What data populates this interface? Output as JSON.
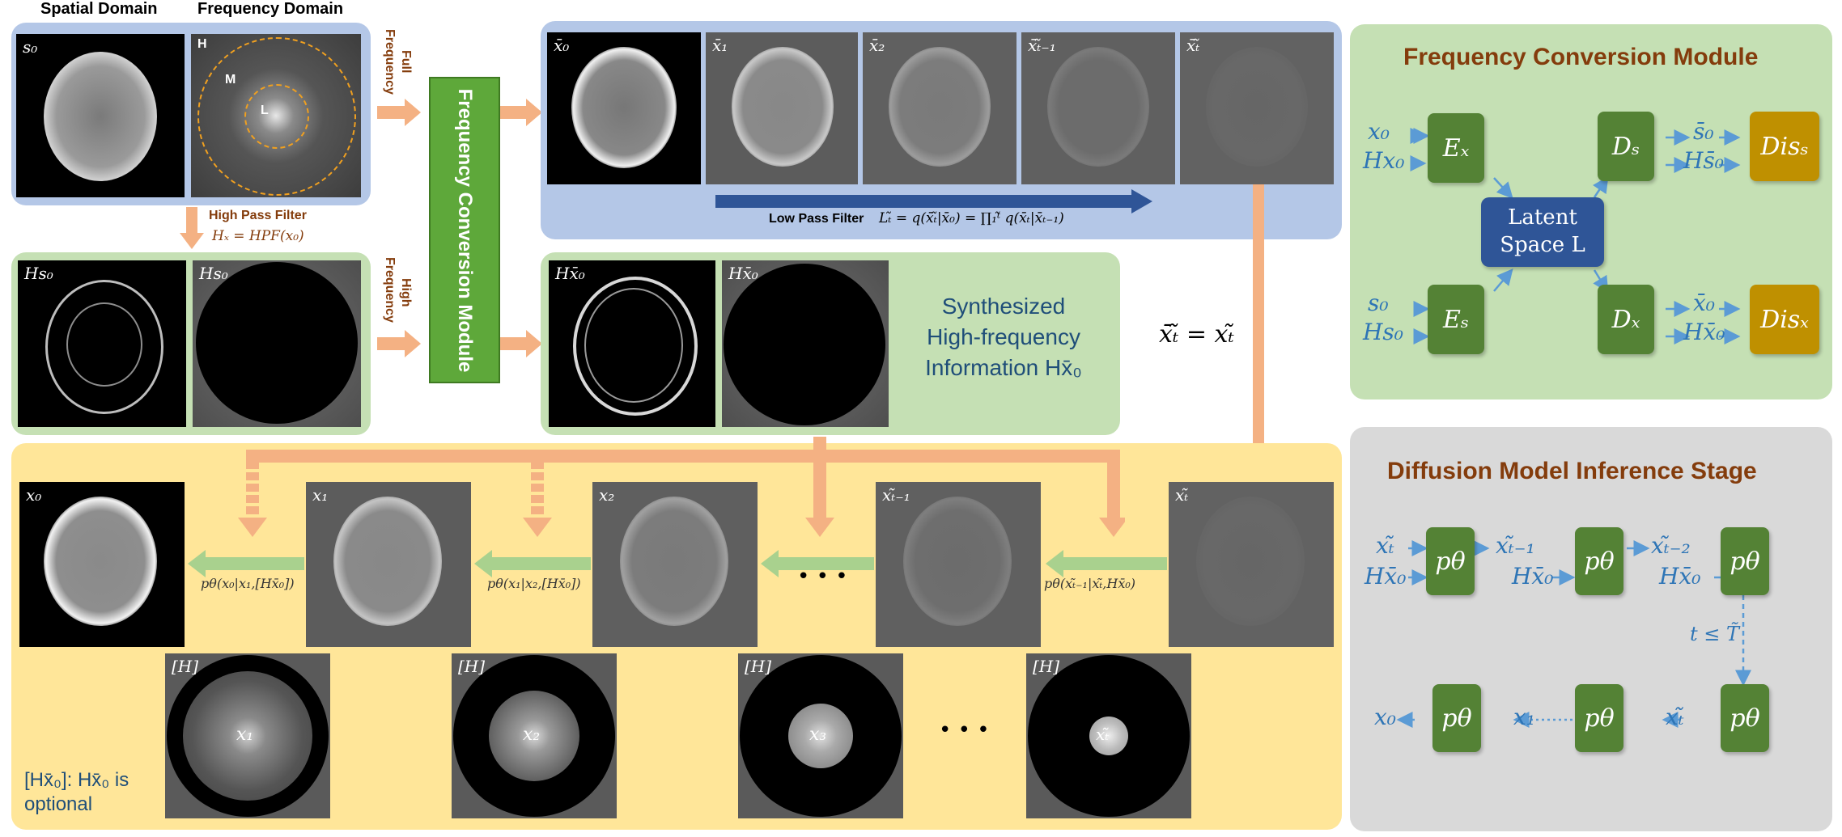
{
  "headers": {
    "spatial": "Spatial Domain",
    "frequency": "Frequency Domain"
  },
  "labels": {
    "s0": "s₀",
    "H": "H",
    "M": "M",
    "L": "L",
    "Hs0_a": "Hs₀",
    "Hs0_b": "Hs₀",
    "xbar0": "x̄₀",
    "xbar1": "x̄₁",
    "xbar2": "x̄₂",
    "xbarTm1": "x̄ₜ̃₋₁",
    "xbarT": "x̄ₜ̃",
    "Hxbar0_a": "Hx̄₀",
    "Hxbar0_b": "Hx̄₀",
    "x0": "x₀",
    "x1": "x₁",
    "x2": "x₂",
    "xTm1": "xₜ̃₋₁",
    "xT": "xₜ̃",
    "bH1": "[H]",
    "bH2": "[H]",
    "bH3": "[H]",
    "bH4": "[H]",
    "cx1": "x₁",
    "cx2": "x₂",
    "cx3": "x₃",
    "cxT": "xₜ̃"
  },
  "arrows_text": {
    "full": "Full",
    "full_freq": "Frequency",
    "high": "High",
    "high_freq": "Frequency",
    "hpf_title": "High Pass Filter",
    "hpf_eq": "Hₓ = HPF(x₀)",
    "lpf_title": "Low Pass Filter",
    "lpf_eq": "Lₜ̃ = q(x̄ₜ̃|x̄₀) = ∏₁ᵗ̃ q(x̄ₜ|x̄ₜ₋₁)",
    "equality": "x̄ₜ̃ = xₜ̃",
    "p1": "pθ(x₀|x₁,[Hx̄₀])",
    "p2": "pθ(x₁|x₂,[Hx̄₀])",
    "p3": "pθ(xₜ̃₋₁|xₜ̃,Hx̄₀)",
    "dots1": "• • •",
    "dots2": "• • •",
    "optional1": "[Hx̄₀]: Hx̄₀ is",
    "optional2": "optional"
  },
  "fcm_bar": "Frequency Conversion Module",
  "synth": {
    "line1": "Synthesized",
    "line2": "High-frequency",
    "line3": "Information Hx̄₀"
  },
  "fcm_panel": {
    "title": "Frequency Conversion Module",
    "in_x0": "x₀",
    "in_Hx0": "Hx₀",
    "in_s0": "s₀",
    "in_Hs0": "Hs₀",
    "Ex": "Eₓ",
    "Es": "Eₛ",
    "Ds": "Dₛ",
    "Dx": "Dₓ",
    "latent1": "Latent",
    "latent2": "Space L",
    "out_s0": "s̄₀",
    "out_Hs0": "Hs̄₀",
    "out_x0": "x̄₀",
    "out_Hx0": "Hx̄₀",
    "Diss": "Disₛ",
    "Disx": "Disₓ"
  },
  "inference": {
    "title": "Diffusion Model Inference Stage",
    "p": "pθ",
    "xT": "xₜ̃",
    "HxA": "Hx̄₀",
    "xTm1": "xₜ̃₋₁",
    "HxB": "Hx̄₀",
    "xTm2": "xₜ̃₋₂",
    "HxC": "Hx̄₀",
    "cond": "t ≤ T̃",
    "x0": "x₀",
    "x1": "x₁",
    "xTb": "xₜ̃"
  },
  "colors": {
    "blue_panel": "#b4c7e7",
    "green_panel": "#c5e0b4",
    "yellow_panel": "#ffe699",
    "gray_panel": "#d9d9d9",
    "module_green": "#548235",
    "dis_gold": "#bf9000",
    "latent_blue": "#2f5597",
    "arrow_blue": "#5b9bd5",
    "arrow_orange": "#f4b183",
    "arrow_green": "#a9d18e",
    "title_brown": "#843c0c"
  }
}
